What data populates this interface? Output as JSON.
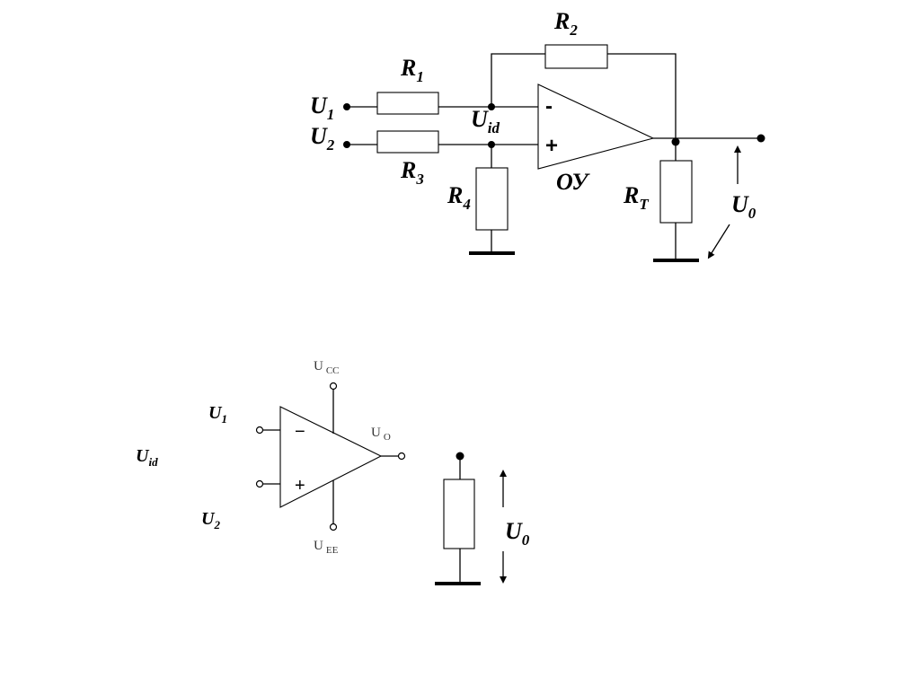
{
  "circuit": {
    "r1": {
      "main": "R",
      "sub": "1"
    },
    "r2": {
      "main": "R",
      "sub": "2"
    },
    "r3": {
      "main": "R",
      "sub": "3"
    },
    "r4": {
      "main": "R",
      "sub": "4"
    },
    "rt": {
      "main": "R",
      "sub": "T"
    },
    "u1": {
      "main": "U",
      "sub": "1"
    },
    "u2": {
      "main": "U",
      "sub": "2"
    },
    "uid": {
      "main": "U",
      "sub": "id"
    },
    "u0": {
      "main": "U",
      "sub": "0"
    },
    "opamp_name": "ОУ",
    "minus_sign": "-",
    "plus_sign": "+"
  },
  "symbol": {
    "u1": {
      "main": "U",
      "sub": "1"
    },
    "u2": {
      "main": "U",
      "sub": "2"
    },
    "uid": {
      "main": "U",
      "sub": "id"
    },
    "ucc": {
      "main": "U",
      "sub": "CC"
    },
    "uee": {
      "main": "U",
      "sub": "EE"
    },
    "uo": {
      "main": "U",
      "sub": "O"
    },
    "minus_sign": "−",
    "plus_sign": "+"
  },
  "load": {
    "u0": {
      "main": "U",
      "sub": "0"
    }
  }
}
